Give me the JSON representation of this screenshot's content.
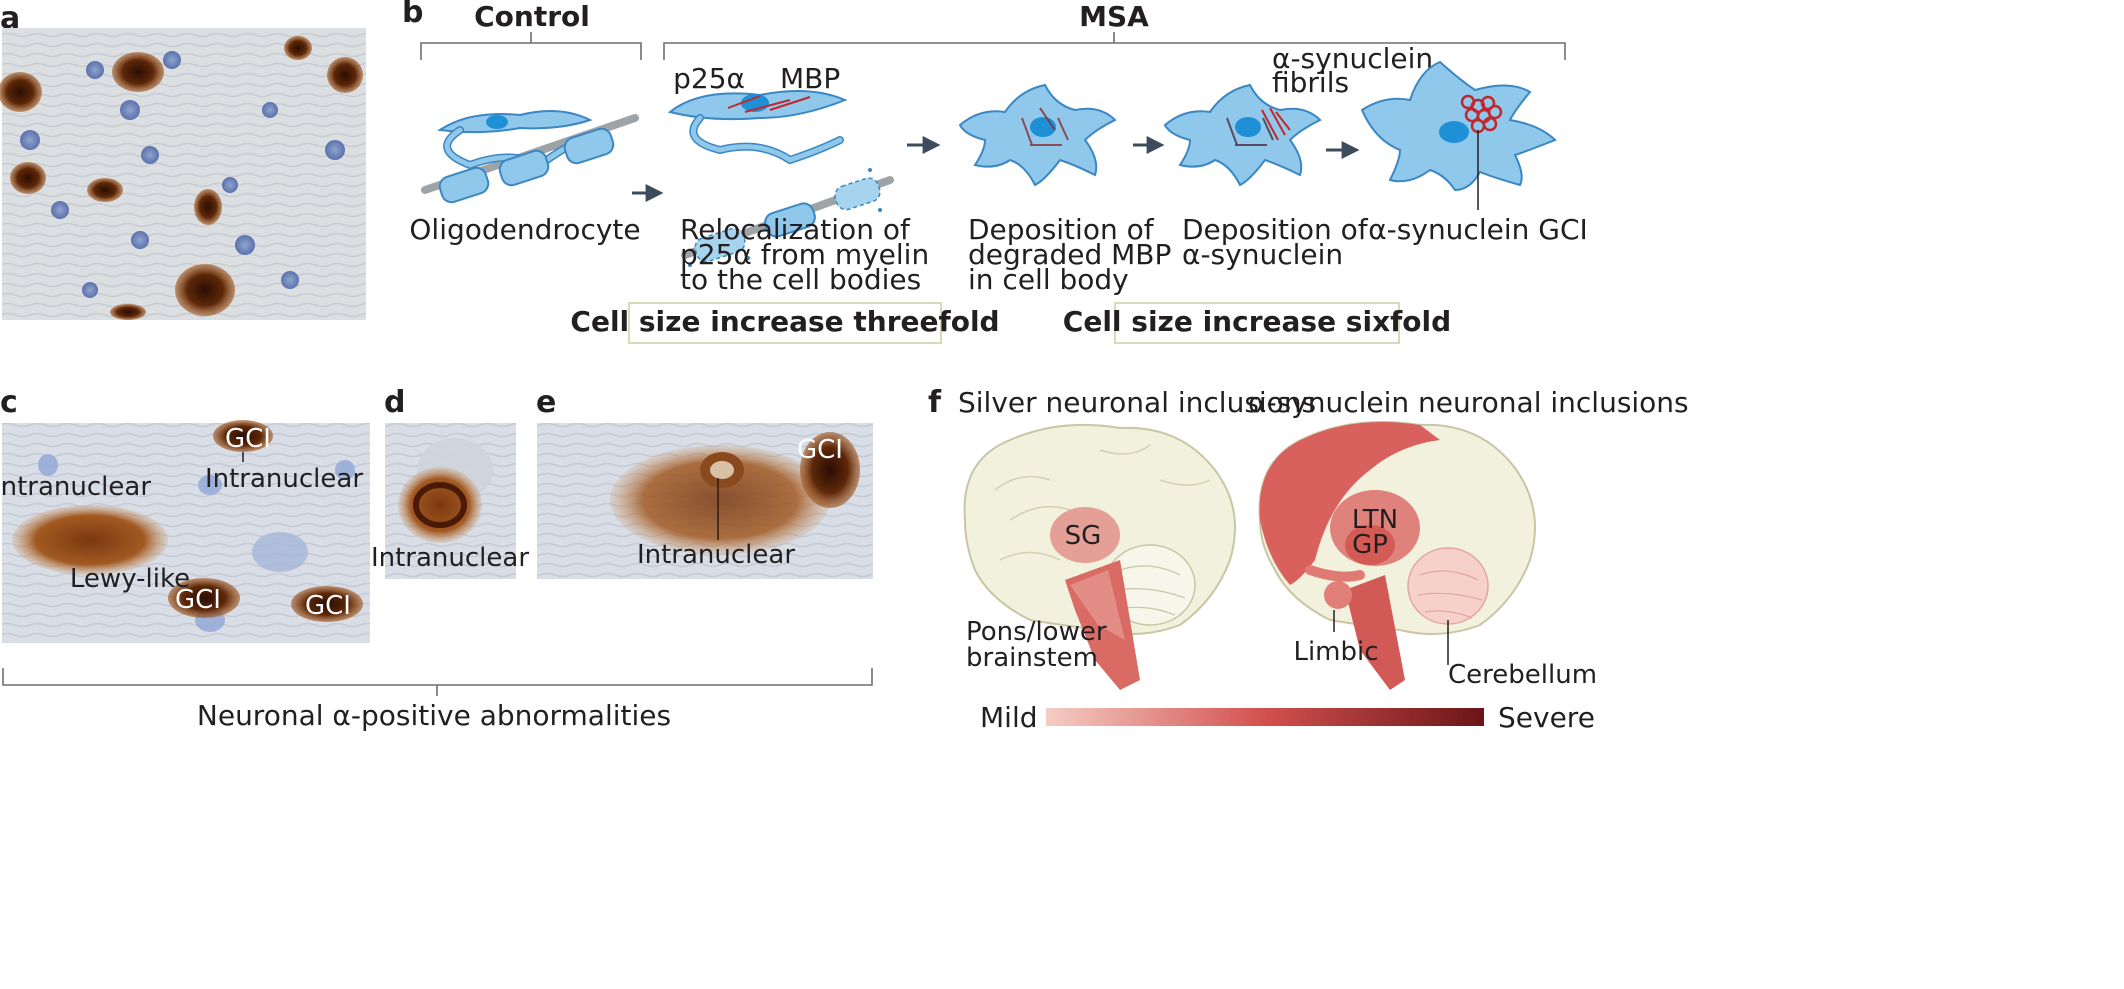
{
  "panels": {
    "a": {
      "letter": "a"
    },
    "b": {
      "letter": "b",
      "control_heading": "Control",
      "msa_heading": "MSA",
      "labels": {
        "p25a": "p25α",
        "mbp": "MBP",
        "fibrils_line1": "α-synuclein",
        "fibrils_line2": "fibrils"
      },
      "captions": {
        "oligodendrocyte": "Oligodendrocyte",
        "relocalization": [
          "Relocalization of",
          "p25α from myelin",
          "to the cell bodies"
        ],
        "deposition_mbp": [
          "Deposition of",
          "degraded MBP",
          "in cell body"
        ],
        "deposition_syn": [
          "Deposition of",
          "α-synuclein"
        ],
        "gci": "α-synuclein GCI"
      },
      "boxes": {
        "threefold": "Cell size increase threefold",
        "sixfold": "Cell size increase sixfold"
      }
    },
    "c": {
      "letter": "c",
      "labels": {
        "gci_top": "GCI",
        "intranuclear_right": "Intranuclear",
        "intranuclear_left": "Intranuclear",
        "lewy_like": "Lewy-like",
        "gci_mid": "GCI",
        "gci_right": "GCI"
      }
    },
    "d": {
      "letter": "d",
      "labels": {
        "intranuclear": "Intranuclear"
      }
    },
    "e": {
      "letter": "e",
      "labels": {
        "gci": "GCI",
        "intranuclear": "Intranuclear"
      }
    },
    "cde_bracket_label": "Neuronal α-positive abnormalities",
    "f": {
      "letter": "f",
      "silver_title": "Silver neuronal inclusions",
      "syn_title": "α-synuclein neuronal inclusions",
      "labels": {
        "sg": "SG",
        "pons_line1": "Pons/lower",
        "pons_line2": "brainstem",
        "ltn": "LTN",
        "gp": "GP",
        "limbic": "Limbic",
        "cerebellum": "Cerebellum"
      },
      "legend": {
        "mild": "Mild",
        "severe": "Severe"
      }
    }
  },
  "colors": {
    "cell_blue": "#8fc8ea",
    "cell_outline": "#3a87c3",
    "nucleus": "#1f8fd6",
    "fibril_red": "#c1272d",
    "arrow": "#3d4b5c",
    "box_border": "#d6dcb8",
    "brain_fill": "#f2f1de",
    "inclusion_light": "#e8a59c",
    "inclusion_dark": "#d65a5a",
    "scale_mild": "#f2c2b8",
    "scale_severe": "#6b1518",
    "ihc_brown": "#7a3a12",
    "ihc_background": "#dfe3e6"
  }
}
